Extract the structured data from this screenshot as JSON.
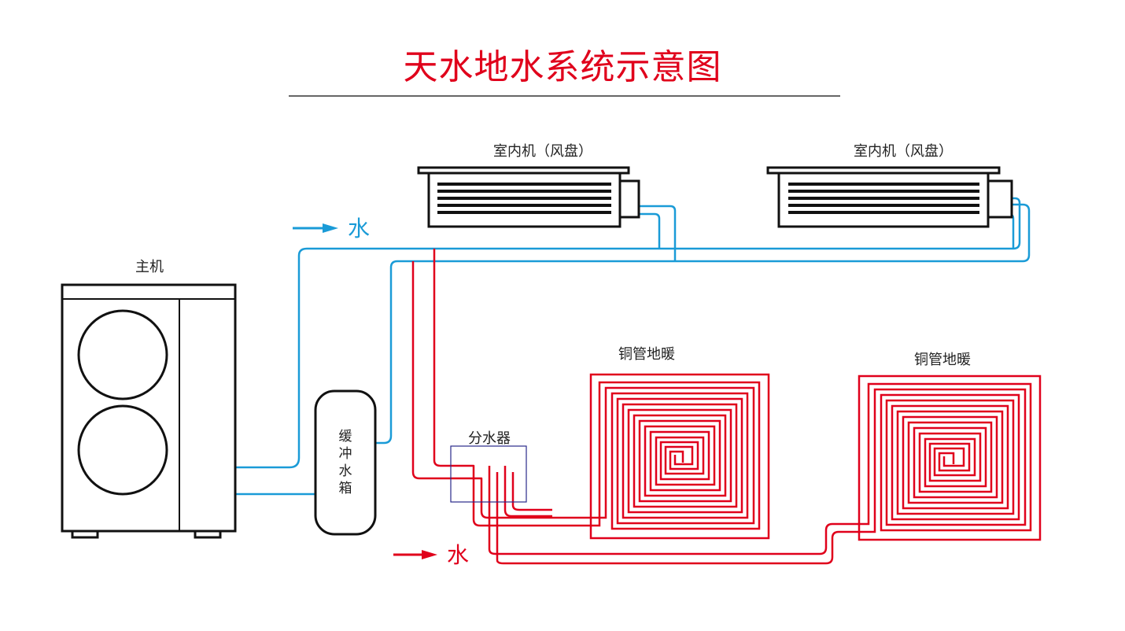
{
  "title": "天水地水系统示意图",
  "colors": {
    "title": "#e0001b",
    "cold_pipe": "#1a9bd7",
    "hot_pipe": "#e0001b",
    "outline": "#111111",
    "manifold_box": "#2a2a8a"
  },
  "labels": {
    "main_unit": "主机",
    "indoor_unit_1": "室内机（风盘）",
    "indoor_unit_2": "室内机（风盘）",
    "floor_heat_1": "铜管地暖",
    "floor_heat_2": "铜管地暖",
    "manifold": "分水器",
    "buffer_tank": [
      "缓",
      "冲",
      "水",
      "箱"
    ]
  },
  "legend": {
    "blue": {
      "text": "水",
      "icon": "blue-arrow"
    },
    "red": {
      "text": "水",
      "icon": "red-arrow"
    }
  }
}
